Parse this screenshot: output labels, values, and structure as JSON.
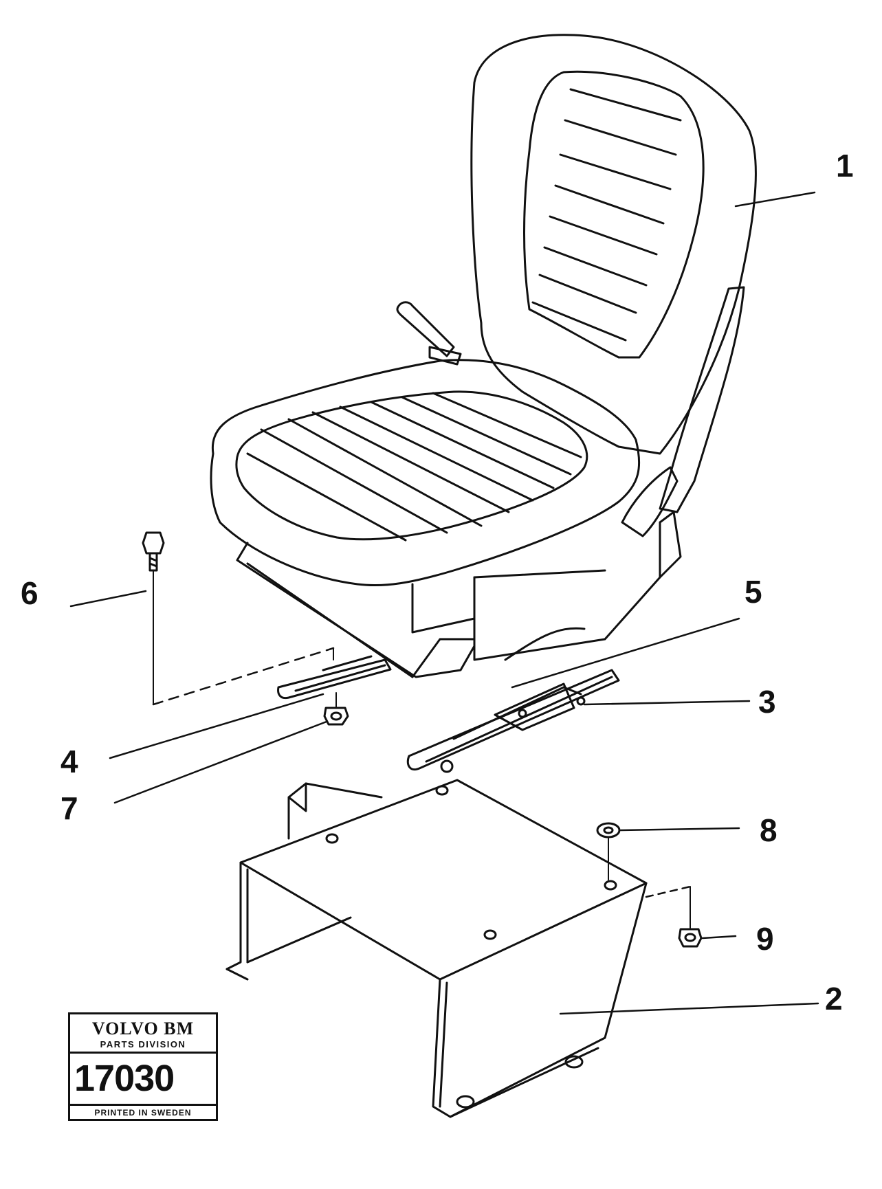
{
  "callouts": [
    {
      "id": "1",
      "label": "1"
    },
    {
      "id": "2",
      "label": "2"
    },
    {
      "id": "3",
      "label": "3"
    },
    {
      "id": "4",
      "label": "4"
    },
    {
      "id": "5",
      "label": "5"
    },
    {
      "id": "6",
      "label": "6"
    },
    {
      "id": "7",
      "label": "7"
    },
    {
      "id": "8",
      "label": "8"
    },
    {
      "id": "9",
      "label": "9"
    }
  ],
  "stamp": {
    "brand": "VOLVO BM",
    "division": "PARTS DIVISION",
    "number": "17030",
    "printed": "PRINTED IN SWEDEN"
  }
}
